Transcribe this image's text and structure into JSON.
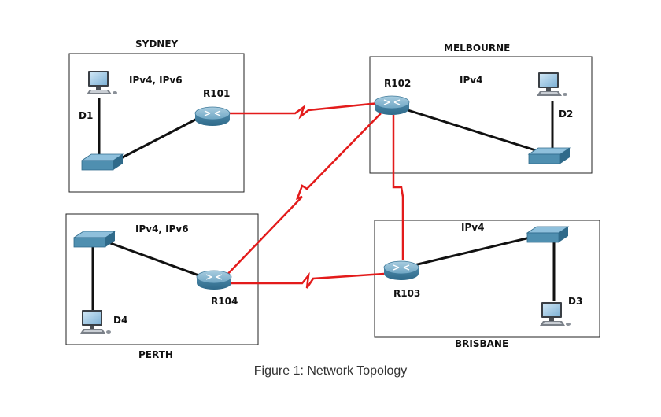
{
  "sites": {
    "sydney": {
      "name": "SYDNEY",
      "protocols": "IPv4, IPv6"
    },
    "melbourne": {
      "name": "MELBOURNE",
      "protocols": "IPv4"
    },
    "perth": {
      "name": "PERTH",
      "protocols": "IPv4, IPv6"
    },
    "brisbane": {
      "name": "BRISBANE",
      "protocols": "IPv4"
    }
  },
  "devices": {
    "r101": "R101",
    "r102": "R102",
    "r103": "R103",
    "r104": "R104",
    "d1": "D1",
    "d2": "D2",
    "d3": "D3",
    "d4": "D4"
  },
  "colors": {
    "wan_link": "#e31b1b",
    "lan_link": "#111111",
    "router": "#5b95b5",
    "switch": "#4f8fb0"
  },
  "caption": "Figure 1: Network Topology"
}
